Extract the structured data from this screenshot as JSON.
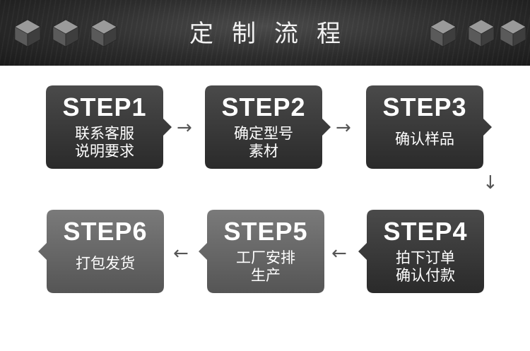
{
  "banner": {
    "title": "定制流程",
    "cube_icons": [
      "cube-icon",
      "cube-icon",
      "cube-icon",
      "cube-icon",
      "cube-icon",
      "cube-icon"
    ]
  },
  "steps": [
    {
      "label": "STEP1",
      "lines": [
        "联系客服",
        "说明要求"
      ]
    },
    {
      "label": "STEP2",
      "lines": [
        "确定型号",
        "素材"
      ]
    },
    {
      "label": "STEP3",
      "lines": [
        "确认样品"
      ]
    },
    {
      "label": "STEP4",
      "lines": [
        "拍下订单",
        "确认付款"
      ]
    },
    {
      "label": "STEP5",
      "lines": [
        "工厂安排",
        "生产"
      ]
    },
    {
      "label": "STEP6",
      "lines": [
        "打包发货"
      ]
    }
  ],
  "colors": {
    "card_dark": "#3a3a3a",
    "card_light": "#6e6e6e",
    "arrow": "#555555"
  },
  "arrow_glyphs": {
    "right": "→",
    "left": "←",
    "down": "↓"
  }
}
